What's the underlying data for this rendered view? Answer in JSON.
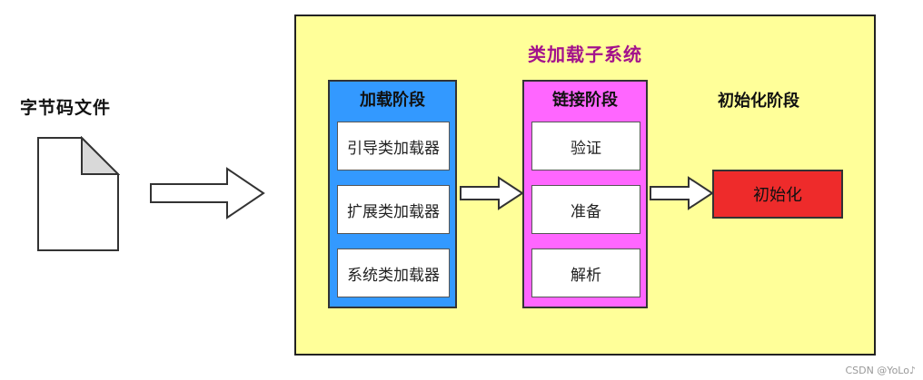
{
  "bytecode_file": {
    "label": "字节码文件",
    "icon": "document-icon"
  },
  "subsystem": {
    "title": "类加载子系统",
    "background": "#ffff99",
    "title_color": "#a3128c"
  },
  "loading_stage": {
    "title": "加载阶段",
    "color": "#3399ff",
    "items": [
      "引导类加载器",
      "扩展类加载器",
      "系统类加载器"
    ]
  },
  "linking_stage": {
    "title": "链接阶段",
    "color": "#ff66ff",
    "items": [
      "验证",
      "准备",
      "解析"
    ]
  },
  "init_stage": {
    "title": "初始化阶段",
    "box_label": "初始化",
    "box_color": "#ee2b2b"
  },
  "watermark": "CSDN @YoLo♪"
}
